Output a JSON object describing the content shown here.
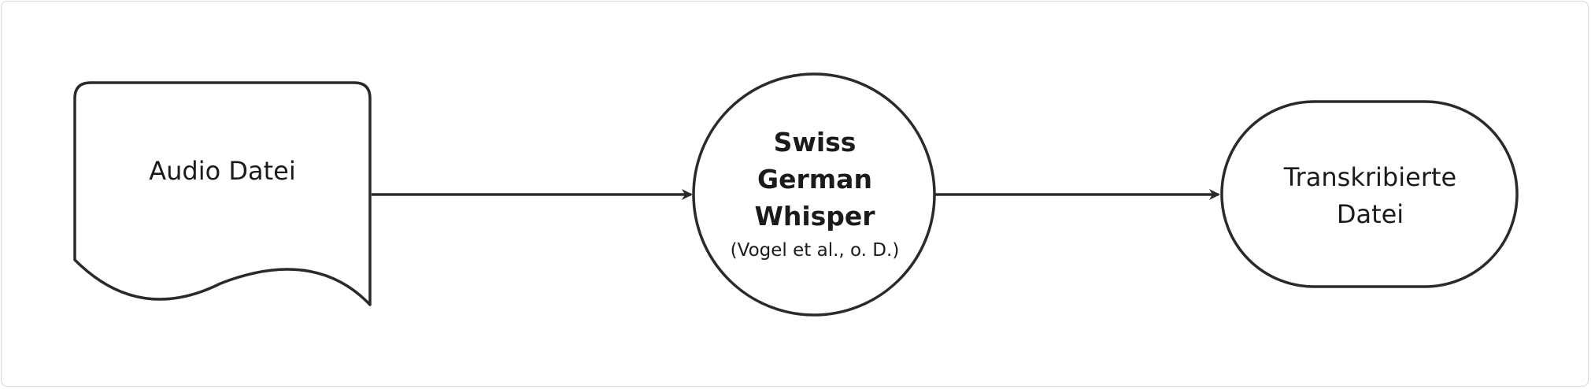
{
  "nodes": {
    "input": {
      "label": "Audio Datei",
      "shape": "document"
    },
    "process": {
      "title": "Swiss\nGerman\nWhisper",
      "subtitle": "(Vogel et al., o. D.)",
      "shape": "circle"
    },
    "output": {
      "label": "Transkribierte\nDatei",
      "shape": "terminator"
    }
  },
  "edges": [
    {
      "from": "input",
      "to": "process"
    },
    {
      "from": "process",
      "to": "output"
    }
  ],
  "colors": {
    "stroke": "#2a2a2a",
    "text": "#1b1b1b",
    "frame": "#d6d6d6",
    "background": "#ffffff"
  }
}
